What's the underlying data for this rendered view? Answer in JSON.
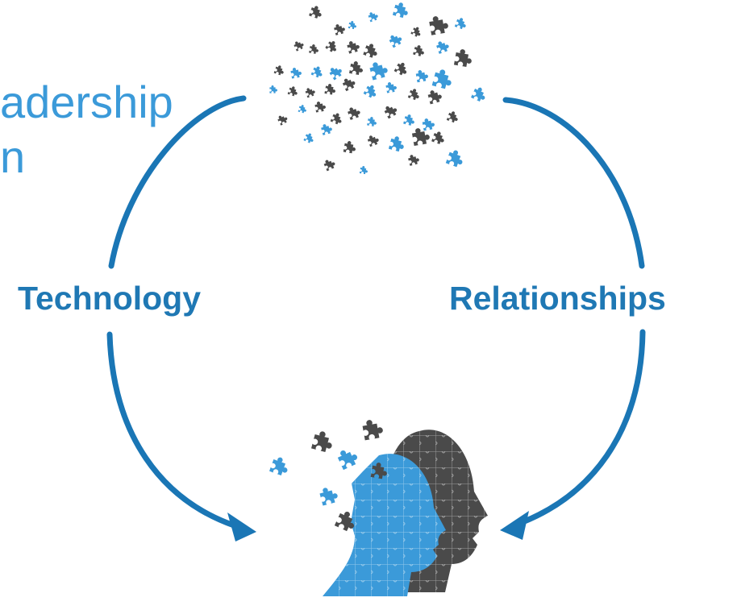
{
  "title_partial": {
    "line1": "adership",
    "line2": "n"
  },
  "labels": {
    "left": "Technology",
    "right": "Relationships"
  },
  "colors": {
    "arrow": "#1a76b5",
    "blue_piece": "#3b9ad9",
    "dark_piece": "#4a4a4a",
    "title": "#3b9ad9",
    "label": "#1f78b4"
  },
  "icons": {
    "top": "scattered-puzzle-pieces",
    "bottom": "puzzle-heads"
  }
}
